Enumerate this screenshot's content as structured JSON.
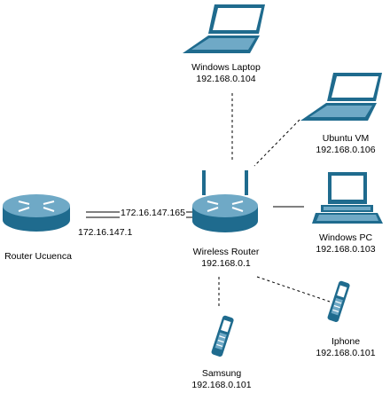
{
  "nodes": {
    "router_ucuenca": {
      "name": "Router Ucuenca",
      "icon": "router-icon"
    },
    "wireless_router": {
      "name": "Wireless Router",
      "ip": "192.168.0.1",
      "icon": "wireless-router-icon"
    },
    "windows_laptop": {
      "name": "Windows Laptop",
      "ip": "192.168.0.104",
      "icon": "laptop-icon"
    },
    "ubuntu_vm": {
      "name": "Ubuntu VM",
      "ip": "192.168.0.106",
      "icon": "laptop-icon"
    },
    "windows_pc": {
      "name": "Windows PC",
      "ip": "192.168.0.103",
      "icon": "desktop-pc-icon"
    },
    "iphone": {
      "name": "Iphone",
      "ip": "192.168.0.101",
      "icon": "mobile-phone-icon"
    },
    "samsung": {
      "name": "Samsung",
      "ip": "192.168.0.101",
      "icon": "mobile-phone-icon"
    }
  },
  "links": {
    "uplink_router_side": "172.16.147.165",
    "uplink_ucuenca_side": "172.16.147.1"
  },
  "colors": {
    "device_blue": "#1f6b8e",
    "device_light": "#6fa9c6",
    "line": "#000000"
  }
}
